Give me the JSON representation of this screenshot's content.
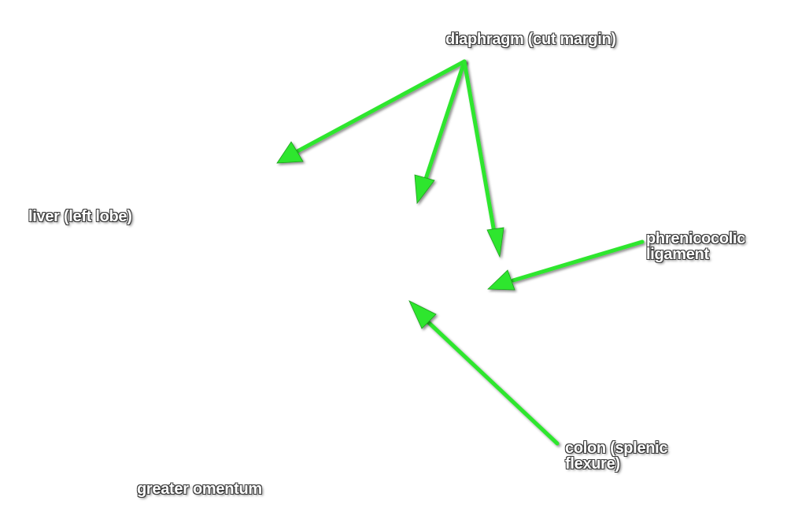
{
  "labels": {
    "diaphragm": "diaphragm (cut margin)",
    "liver": "liver (left lobe)",
    "phrenicocolic_line1": "phrenicocolic",
    "phrenicocolic_line2": "ligament",
    "colon_line1": "colon (splenic",
    "colon_line2": "flexure)",
    "omentum": "greater omentum"
  },
  "colors": {
    "arrow": "#2fe62f",
    "label_text": "#ffffff",
    "background": "#ffffff"
  }
}
